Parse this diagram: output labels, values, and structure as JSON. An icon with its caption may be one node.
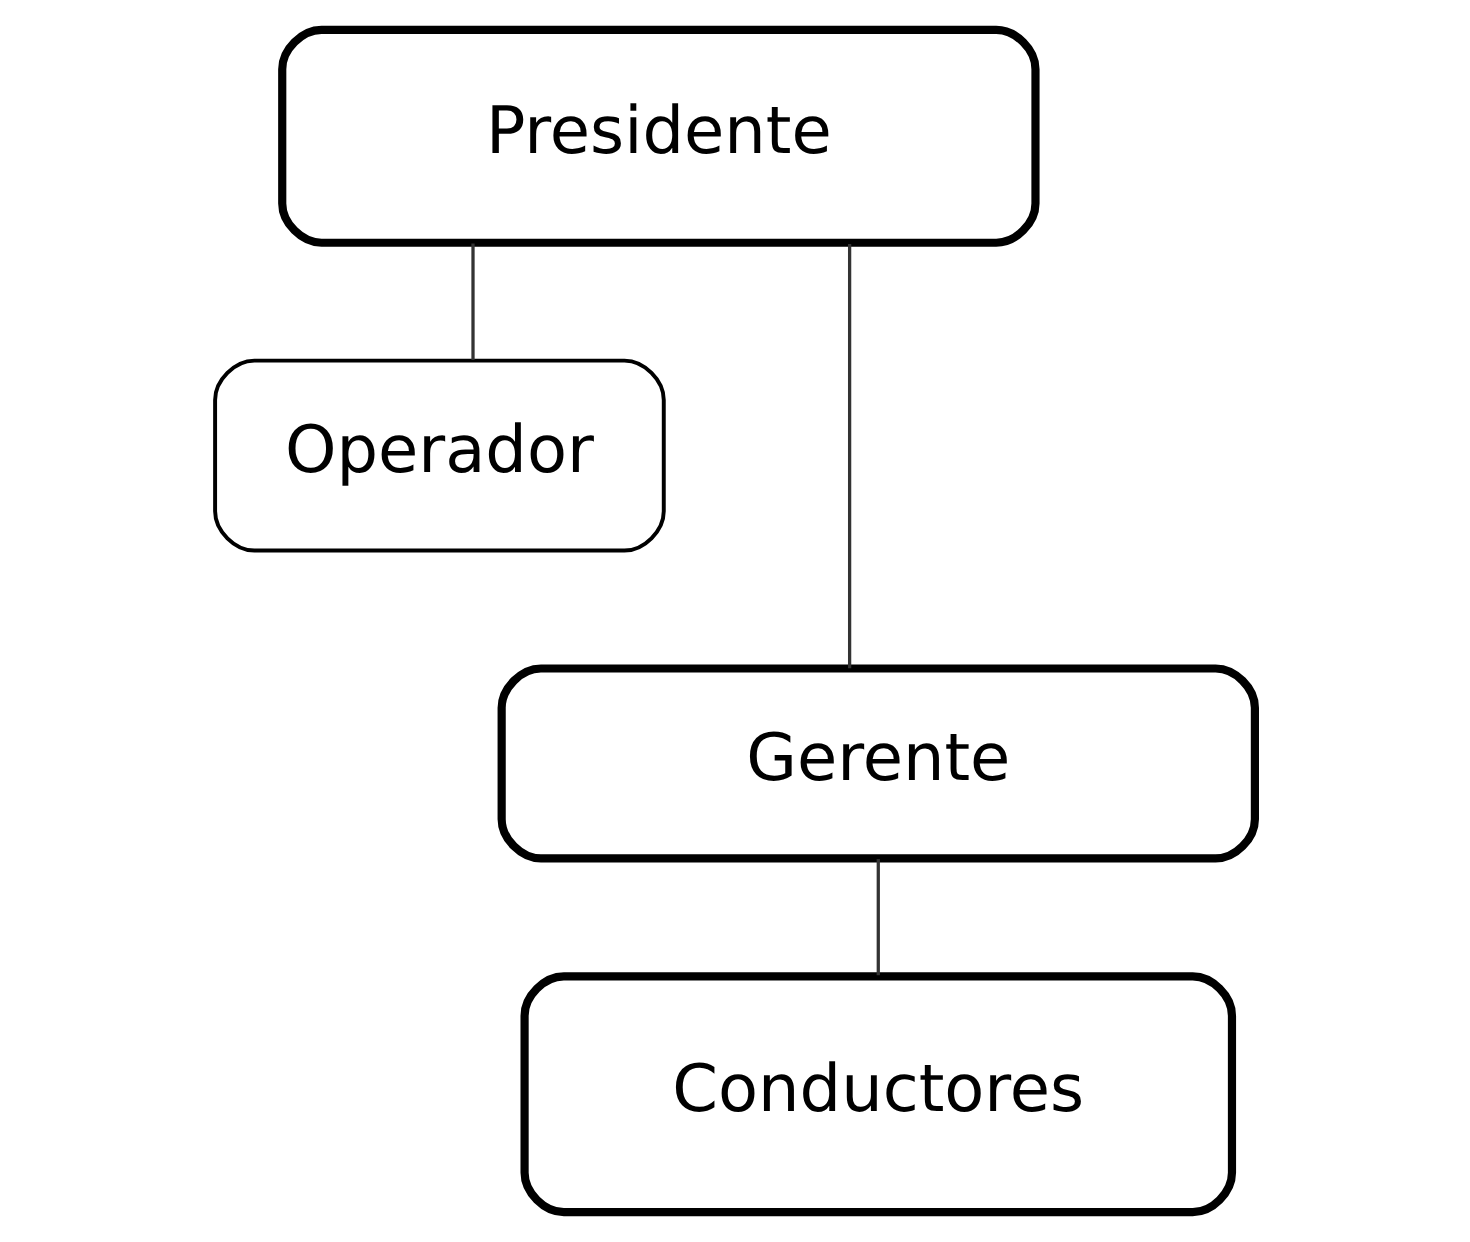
{
  "diagram": {
    "nodes": [
      {
        "text": [
          "Presidente"
        ]
      },
      {
        "text": [
          "Operador"
        ]
      },
      {
        "text": [
          "Gerente"
        ]
      },
      {
        "text": [
          "Conductores"
        ]
      }
    ],
    "edges": [
      {
        "from": 0,
        "to": 2,
        "arrow": "none"
      },
      {
        "from": 0,
        "to": 1,
        "arrow": "none"
      },
      {
        "from": 2,
        "to": 3,
        "arrow": "none"
      }
    ]
  }
}
